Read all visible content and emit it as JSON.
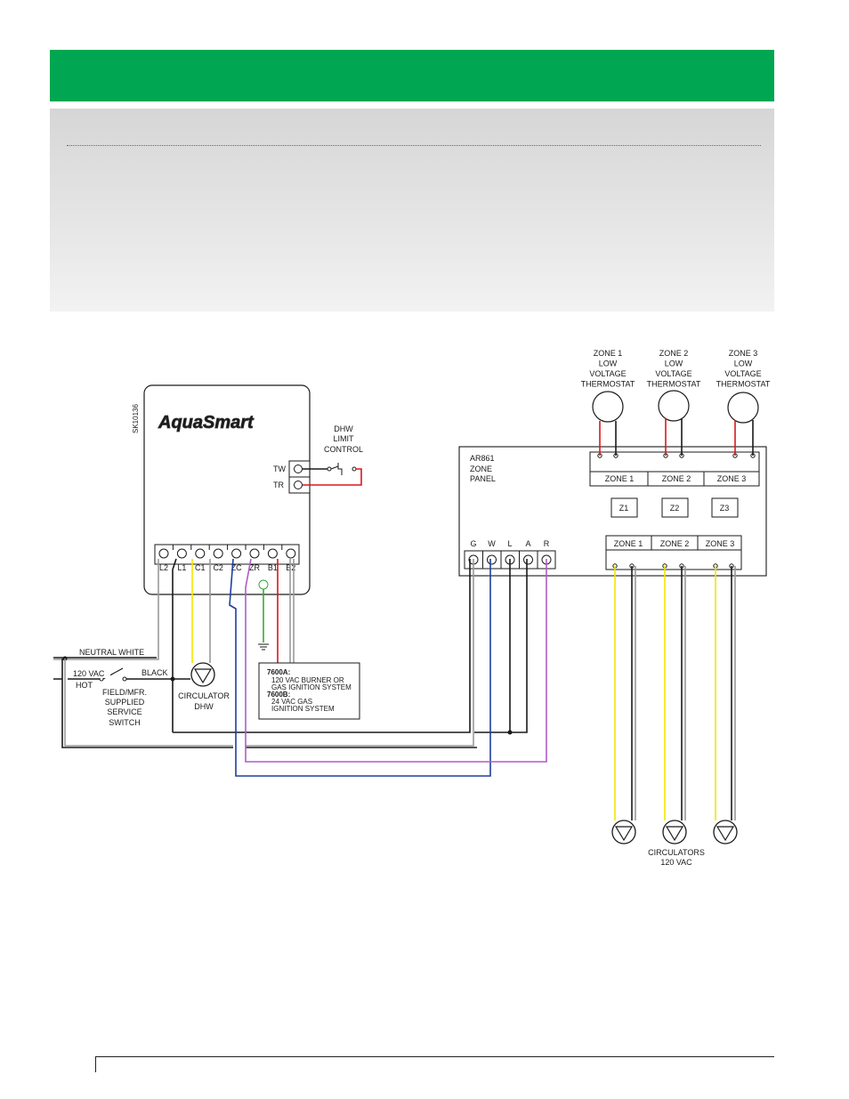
{
  "logo": "AquaSmart",
  "part_code": "SK10136",
  "colors": {
    "header_green": "#00a651",
    "wire_red": "#d7191c",
    "wire_black": "#1a1a1a",
    "wire_yellow": "#f2e600",
    "wire_blue": "#1f3f9e",
    "wire_purple": "#b05cc6",
    "wire_green": "#3aa83a",
    "wire_gray": "#9a9a9a"
  },
  "aquasmart": {
    "tw": "TW",
    "tr": "TR",
    "terminals": [
      "L2",
      "L1",
      "C1",
      "C2",
      "ZC",
      "ZR",
      "B1",
      "B2"
    ]
  },
  "dhw_limit": [
    "DHW",
    "LIMIT",
    "CONTROL"
  ],
  "zone_panel": {
    "title": [
      "AR861",
      "ZONE",
      "PANEL"
    ],
    "thermostats": [
      [
        "ZONE 1",
        "LOW",
        "VOLTAGE",
        "THERMOSTAT"
      ],
      [
        "ZONE 2",
        "LOW",
        "VOLTAGE",
        "THERMOSTAT"
      ],
      [
        "ZONE 3",
        "LOW",
        "VOLTAGE",
        "THERMOSTAT"
      ]
    ],
    "top_zones": [
      "ZONE 1",
      "ZONE 2",
      "ZONE 3"
    ],
    "leds": [
      "Z1",
      "Z2",
      "Z3"
    ],
    "bottom_zones": [
      "ZONE 1",
      "ZONE 2",
      "ZONE 3"
    ],
    "terminals": [
      "G",
      "W",
      "L",
      "A",
      "R"
    ]
  },
  "power": {
    "neutral": "NEUTRAL WHITE",
    "vac": "120 VAC",
    "hot": "HOT",
    "black": "BLACK",
    "switch": [
      "FIELD/MFR.",
      "SUPPLIED",
      "SERVICE",
      "SWITCH"
    ]
  },
  "circulator_dhw": [
    "CIRCULATOR",
    "DHW"
  ],
  "circulators": [
    "CIRCULATORS",
    "120 VAC"
  ],
  "note": {
    "a_title": "7600A:",
    "a_1": "120 VAC BURNER OR",
    "a_2": "GAS IGNITION SYSTEM",
    "b_title": "7600B:",
    "b_1": "24 VAC GAS",
    "b_2": "IGNITION SYSTEM"
  }
}
